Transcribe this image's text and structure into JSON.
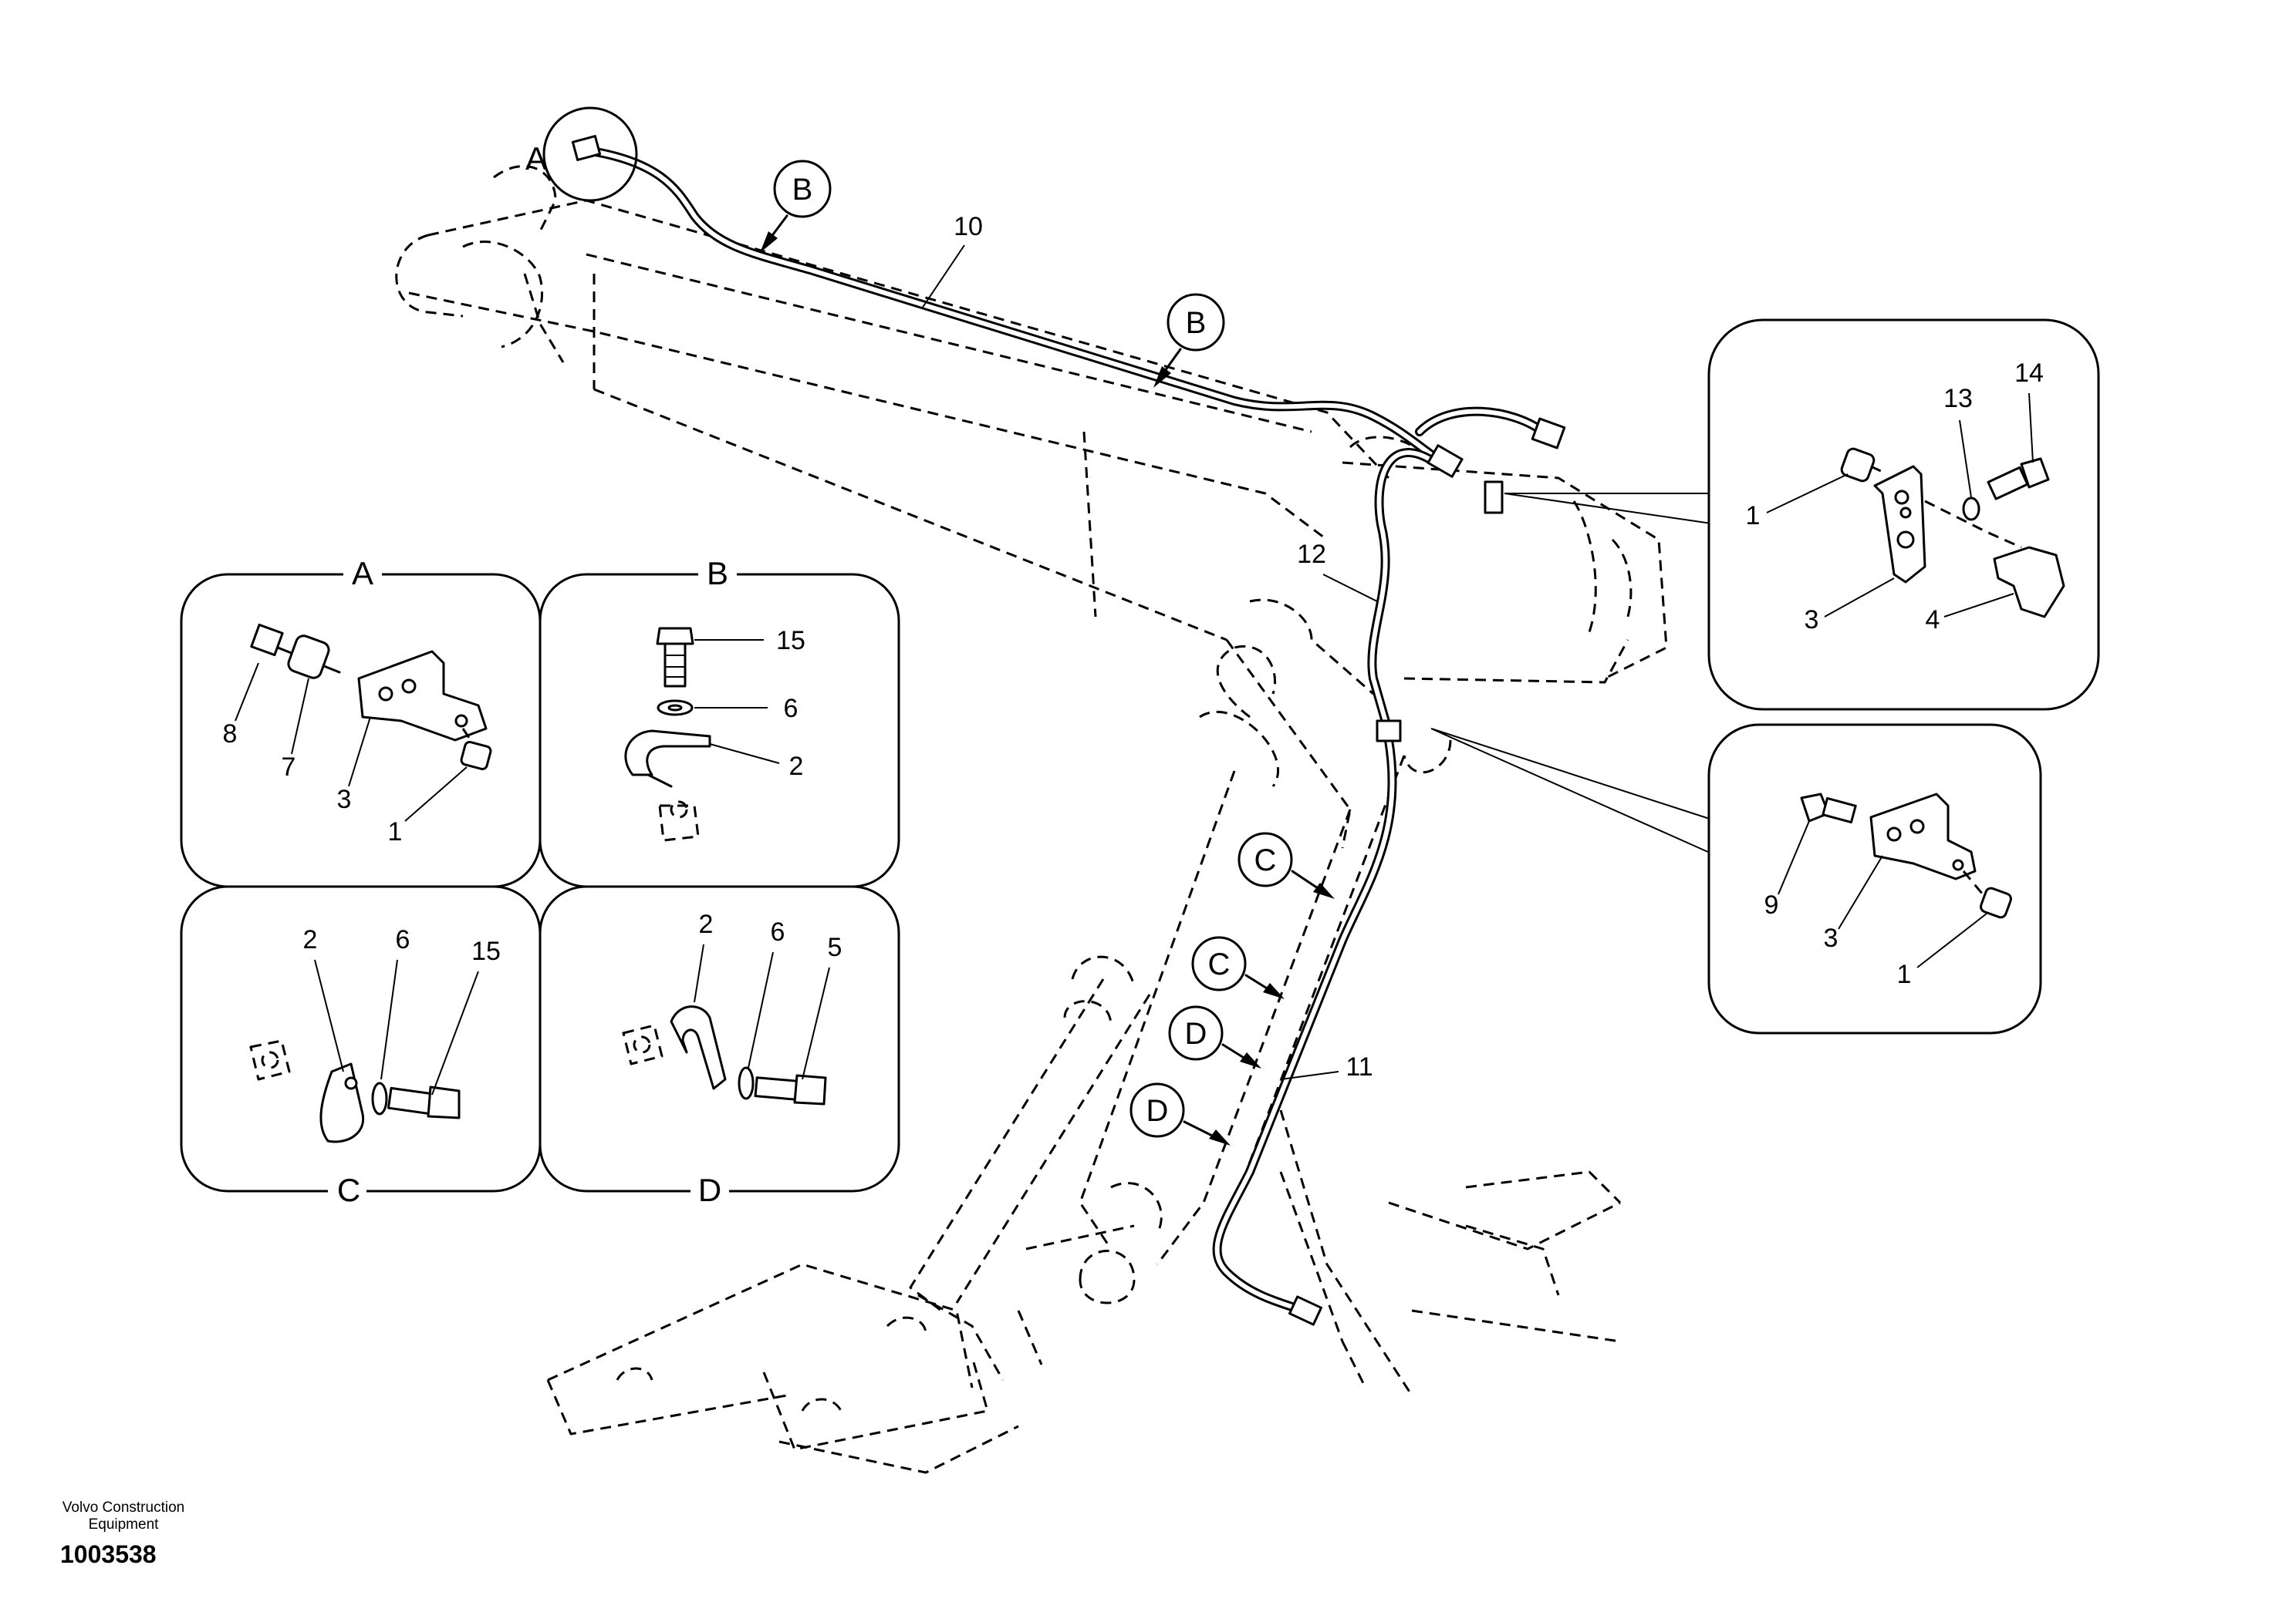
{
  "brand_line1": "Volvo Construction",
  "brand_line2": "Equipment",
  "document_number": "1003538",
  "section_titles": {
    "A": "A",
    "B": "B",
    "C": "C",
    "D": "D"
  },
  "main_labels": {
    "A": "A",
    "B1": "B",
    "B2": "B",
    "C1": "C",
    "C2": "C",
    "D1": "D",
    "D2": "D",
    "p10": "10",
    "p11": "11",
    "p12": "12"
  },
  "panel_A": {
    "p8": "8",
    "p7": "7",
    "p3": "3",
    "p1": "1"
  },
  "panel_B": {
    "p15": "15",
    "p6": "6",
    "p2": "2"
  },
  "panel_C": {
    "p2": "2",
    "p6": "6",
    "p15": "15"
  },
  "panel_D": {
    "p2": "2",
    "p6": "6",
    "p5": "5"
  },
  "detail_upper": {
    "p1": "1",
    "p13": "13",
    "p14": "14",
    "p3": "3",
    "p4": "4"
  },
  "detail_lower": {
    "p9": "9",
    "p3": "3",
    "p1": "1"
  }
}
